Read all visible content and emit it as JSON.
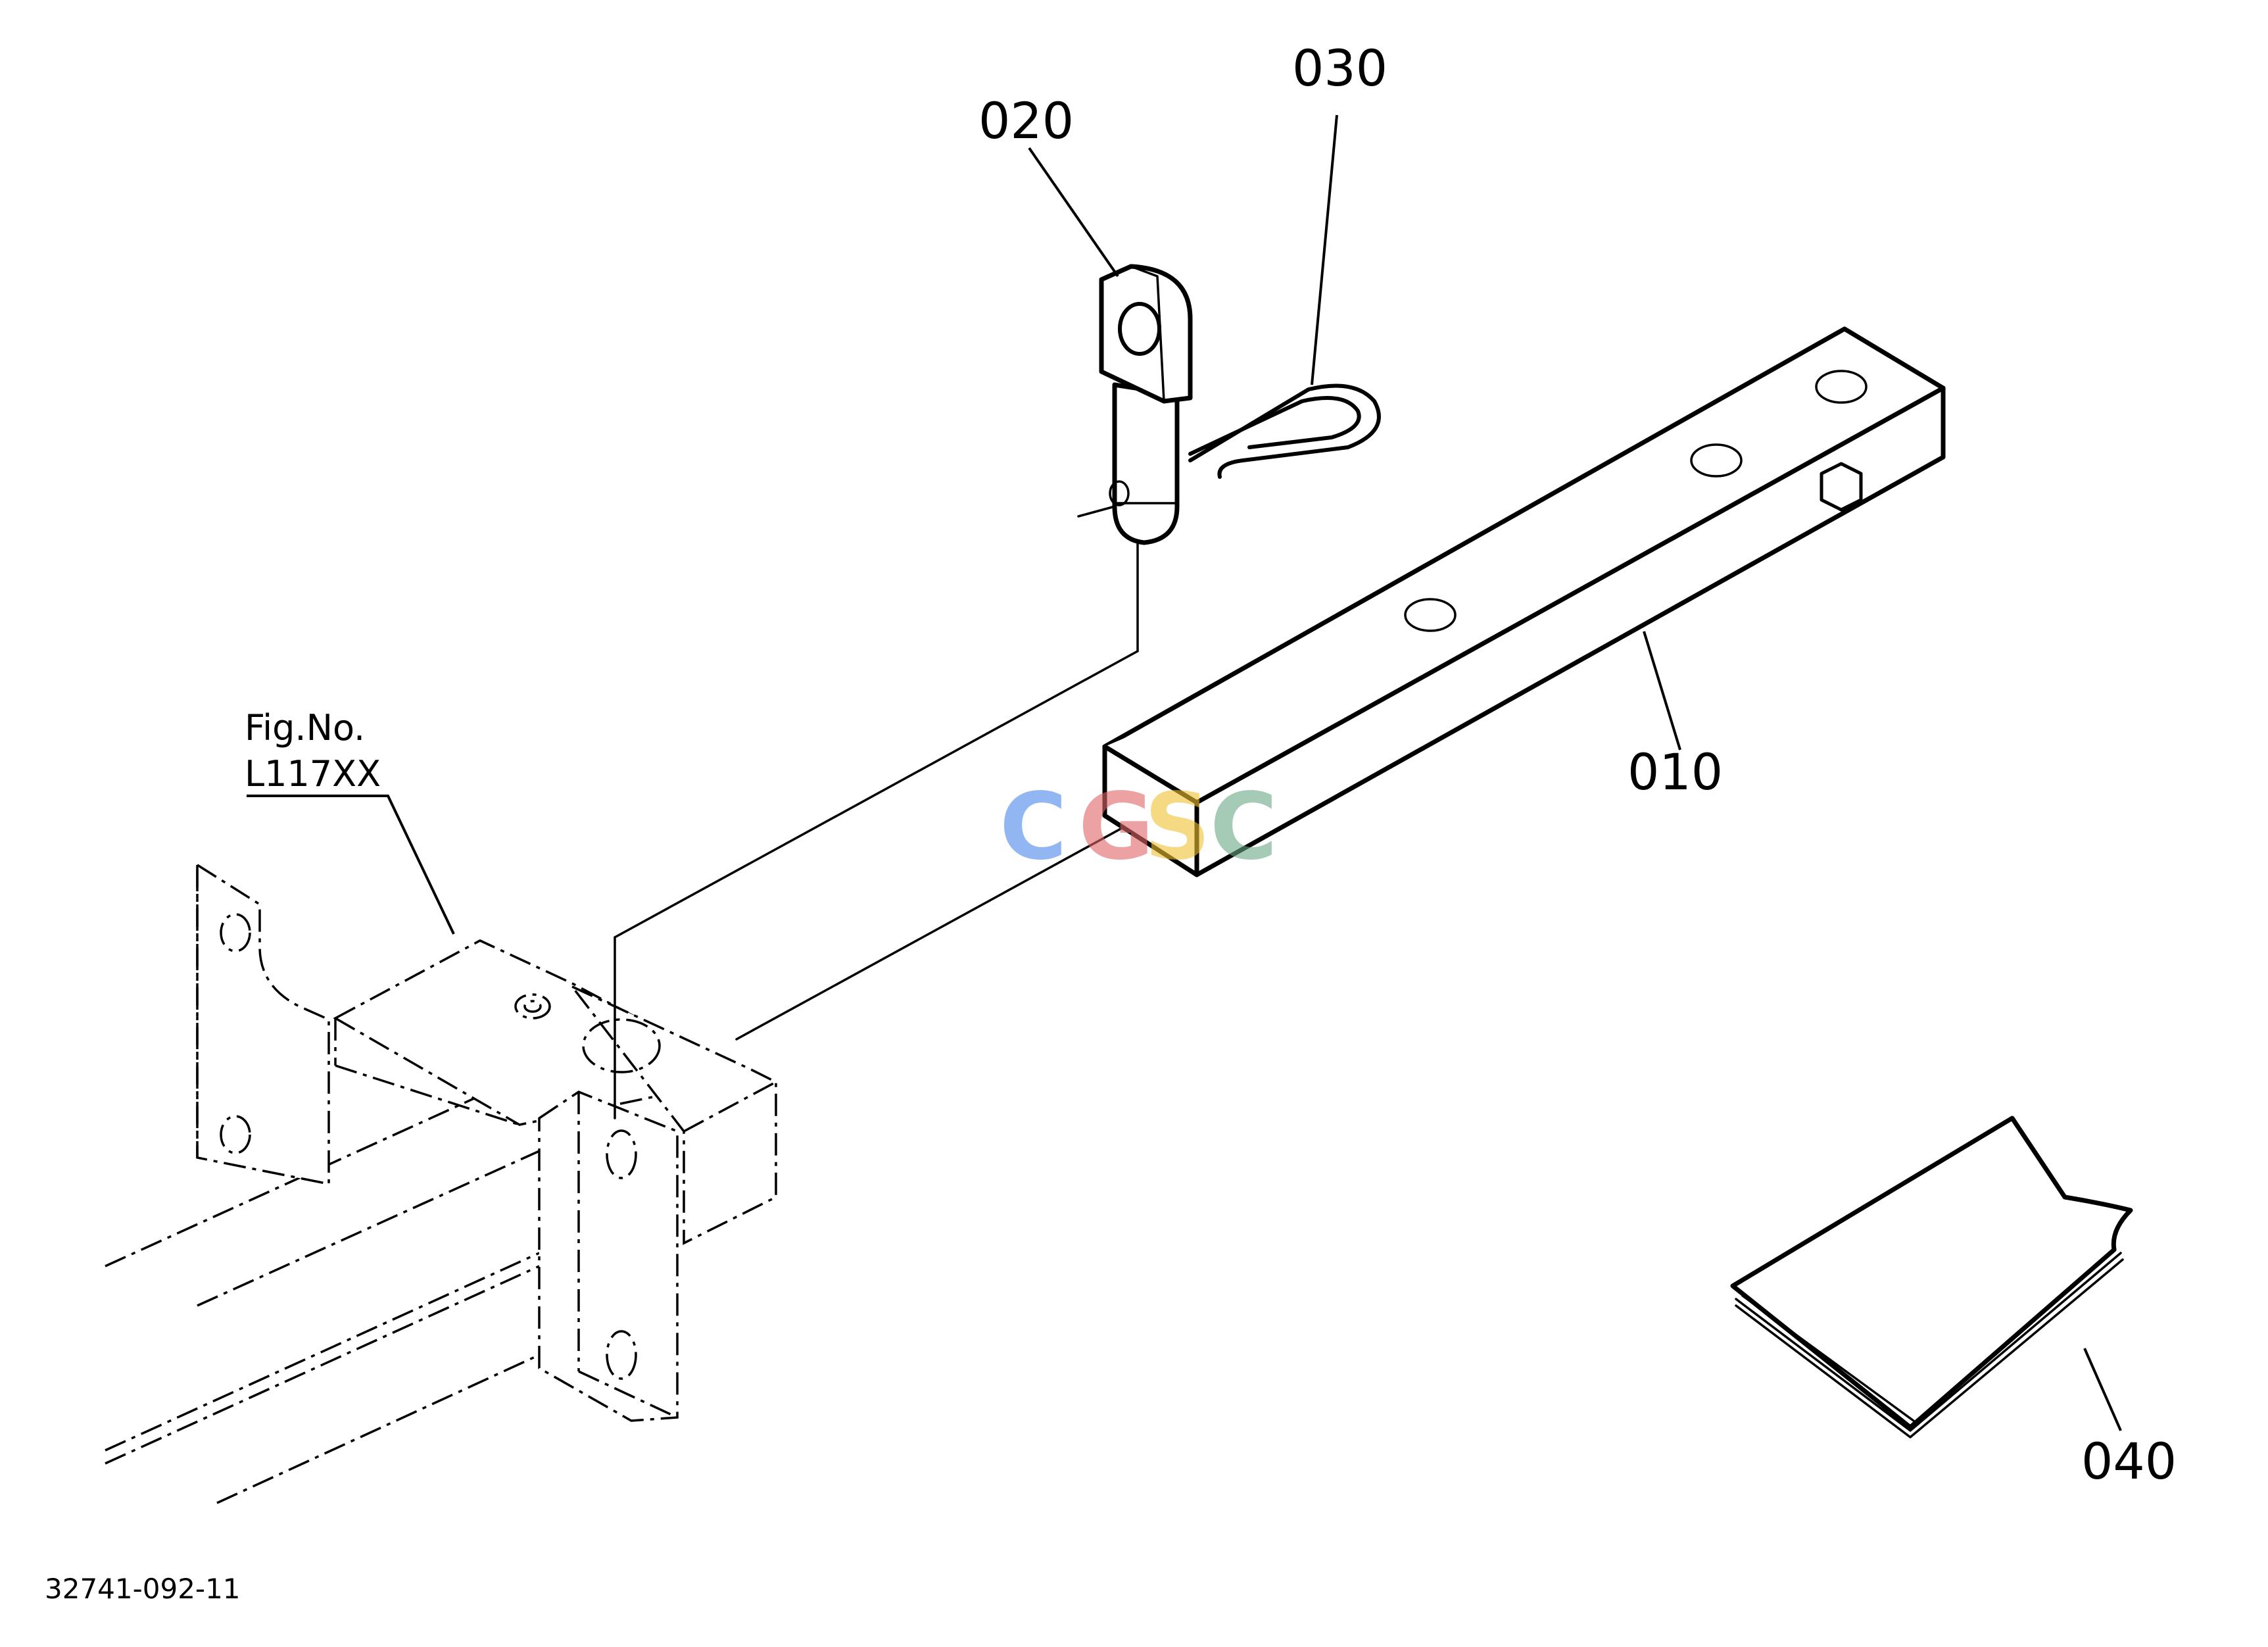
{
  "callouts": {
    "p010": "010",
    "p020": "020",
    "p030": "030",
    "p040": "040"
  },
  "fig_reference": {
    "line1": "Fig.No.",
    "line2": "L117XX"
  },
  "drawing_code": "32741-092-11",
  "watermark": {
    "letters": [
      "C",
      "G",
      "S",
      "C"
    ],
    "colors": [
      "#4a86e8",
      "#e06666",
      "#f1c232",
      "#6aa884"
    ]
  }
}
